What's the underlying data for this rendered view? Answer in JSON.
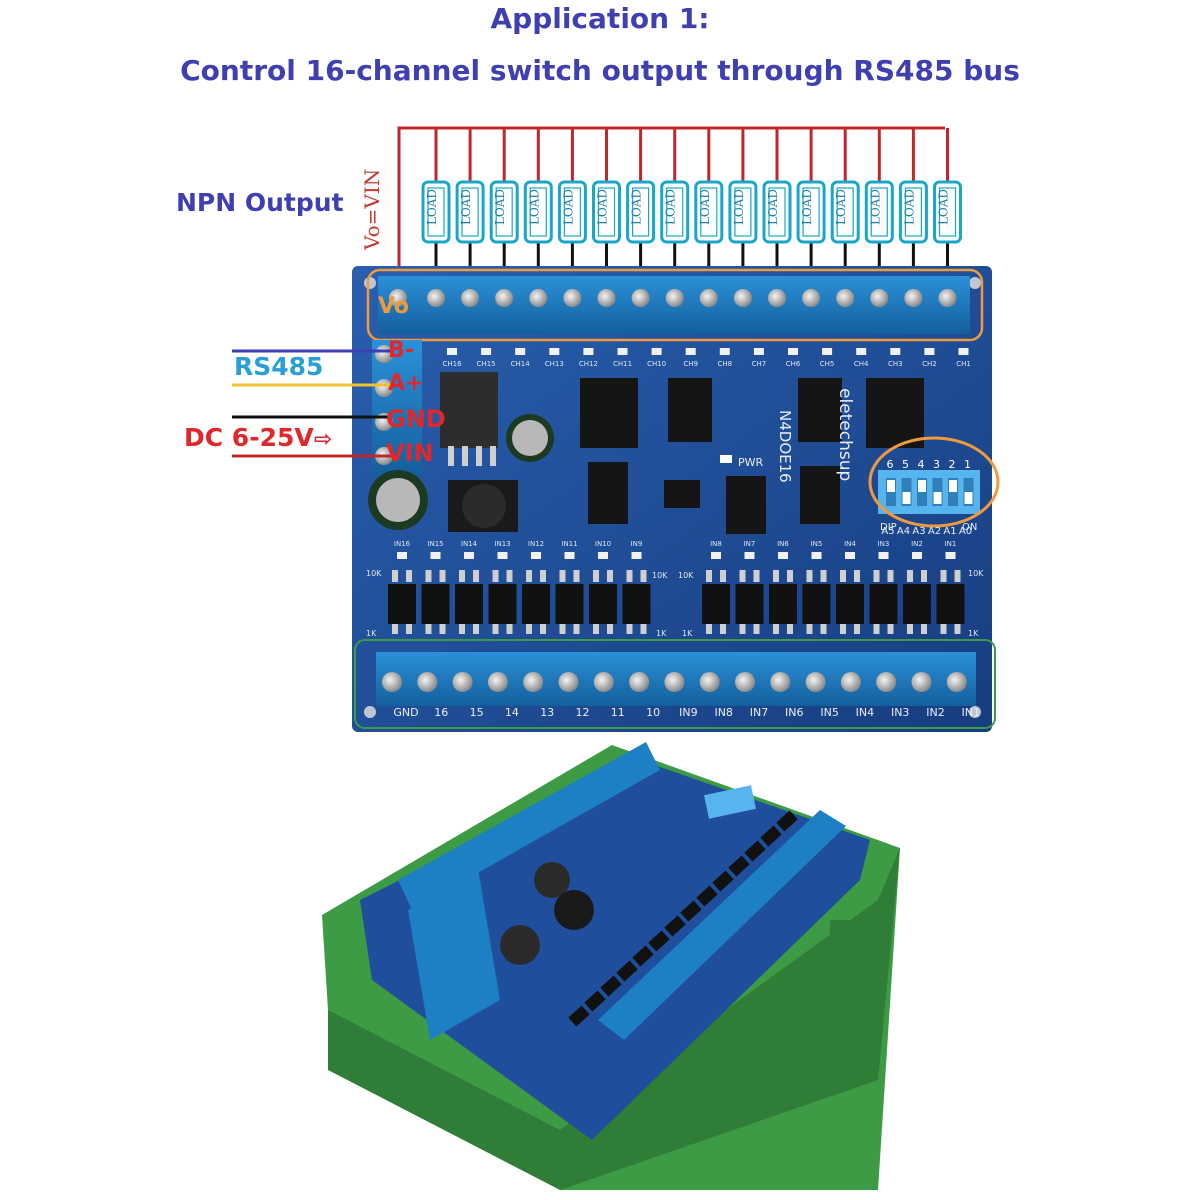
{
  "header": {
    "title_line1": "Application 1:",
    "title_line2": "Control 16-channel switch output through RS485 bus"
  },
  "labels": {
    "npn_output": "NPN Output",
    "vo_vin": "Vo=VIN",
    "rs485": "RS485",
    "dc_supply": "DC 6-25V",
    "dc_arrow_icon": "right-arrow-icon"
  },
  "loads": [
    "LOAD",
    "LOAD",
    "LOAD",
    "LOAD",
    "LOAD",
    "LOAD",
    "LOAD",
    "LOAD",
    "LOAD",
    "LOAD",
    "LOAD",
    "LOAD",
    "LOAD",
    "LOAD",
    "LOAD",
    "LOAD"
  ],
  "board": {
    "vo_label": "Vo",
    "terminals_left": [
      "B-",
      "A+",
      "GND",
      "VIN"
    ],
    "output_channels": [
      "CH16",
      "CH15",
      "CH14",
      "CH13",
      "CH12",
      "CH11",
      "CH10",
      "CH9",
      "CH8",
      "CH7",
      "CH6",
      "CH5",
      "CH4",
      "CH3",
      "CH2",
      "CH1"
    ],
    "input_channels": [
      "IN16",
      "IN15",
      "IN14",
      "IN13",
      "IN12",
      "IN11",
      "IN10",
      "IN9",
      "IN8",
      "IN7",
      "IN6",
      "IN5",
      "IN4",
      "IN3",
      "IN2",
      "IN1"
    ],
    "input_terminals": [
      "GND",
      "16",
      "15",
      "14",
      "13",
      "12",
      "11",
      "10",
      "IN9",
      "IN8",
      "IN7",
      "IN6",
      "IN5",
      "IN4",
      "IN3",
      "IN2",
      "IN1"
    ],
    "model": "N4DOE16",
    "brand": "eletechsup",
    "pwr": "PWR",
    "dip_numbers": [
      "6",
      "5",
      "4",
      "3",
      "2",
      "1"
    ],
    "dip_caption_left": "DIP",
    "dip_caption_right": "ON",
    "address_labels": [
      "A5",
      "A4",
      "A3",
      "A2",
      "A1",
      "A0"
    ],
    "resistor_label": "10K",
    "resistor_label_small": "1K"
  },
  "colors": {
    "title": "#3f3fb0",
    "rs485": "#2a9fd6",
    "dc": "#e0272b",
    "pcb": "#1f4f9c",
    "terminal": "#1d7fc4",
    "highlight": "#f09a3e",
    "din_rail": "#3d9a45"
  }
}
